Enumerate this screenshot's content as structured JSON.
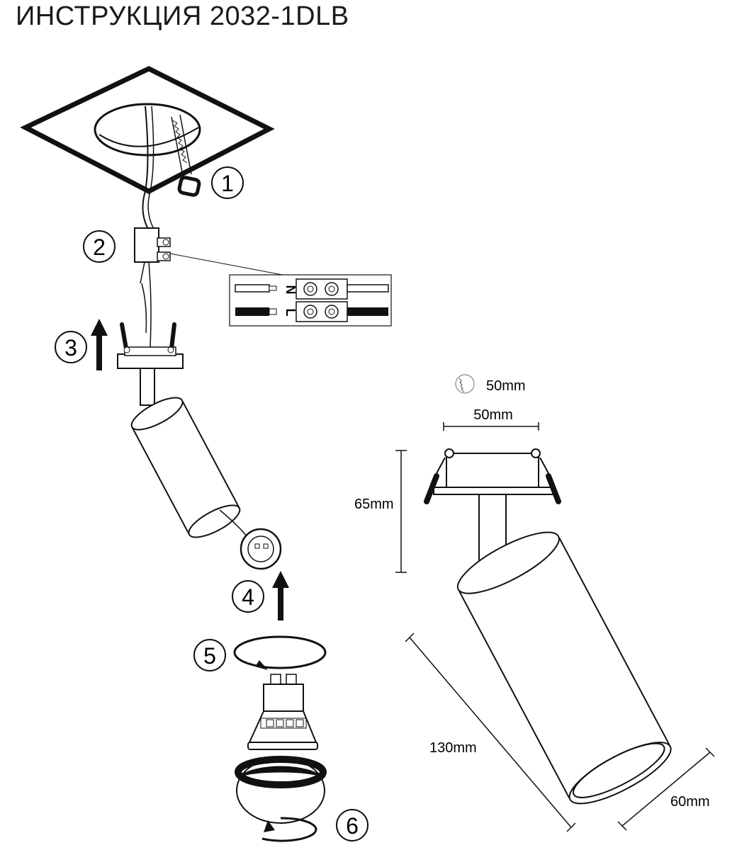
{
  "title": "ИНСТРУКЦИЯ 2032-1DLB",
  "steps": [
    "1",
    "2",
    "3",
    "4",
    "5",
    "6"
  ],
  "wiring": {
    "neutral_label": "N",
    "live_label": "L"
  },
  "dimensions": {
    "cutout": "50mm",
    "width": "50mm",
    "height": "65mm",
    "length": "130mm",
    "diameter": "60mm"
  }
}
